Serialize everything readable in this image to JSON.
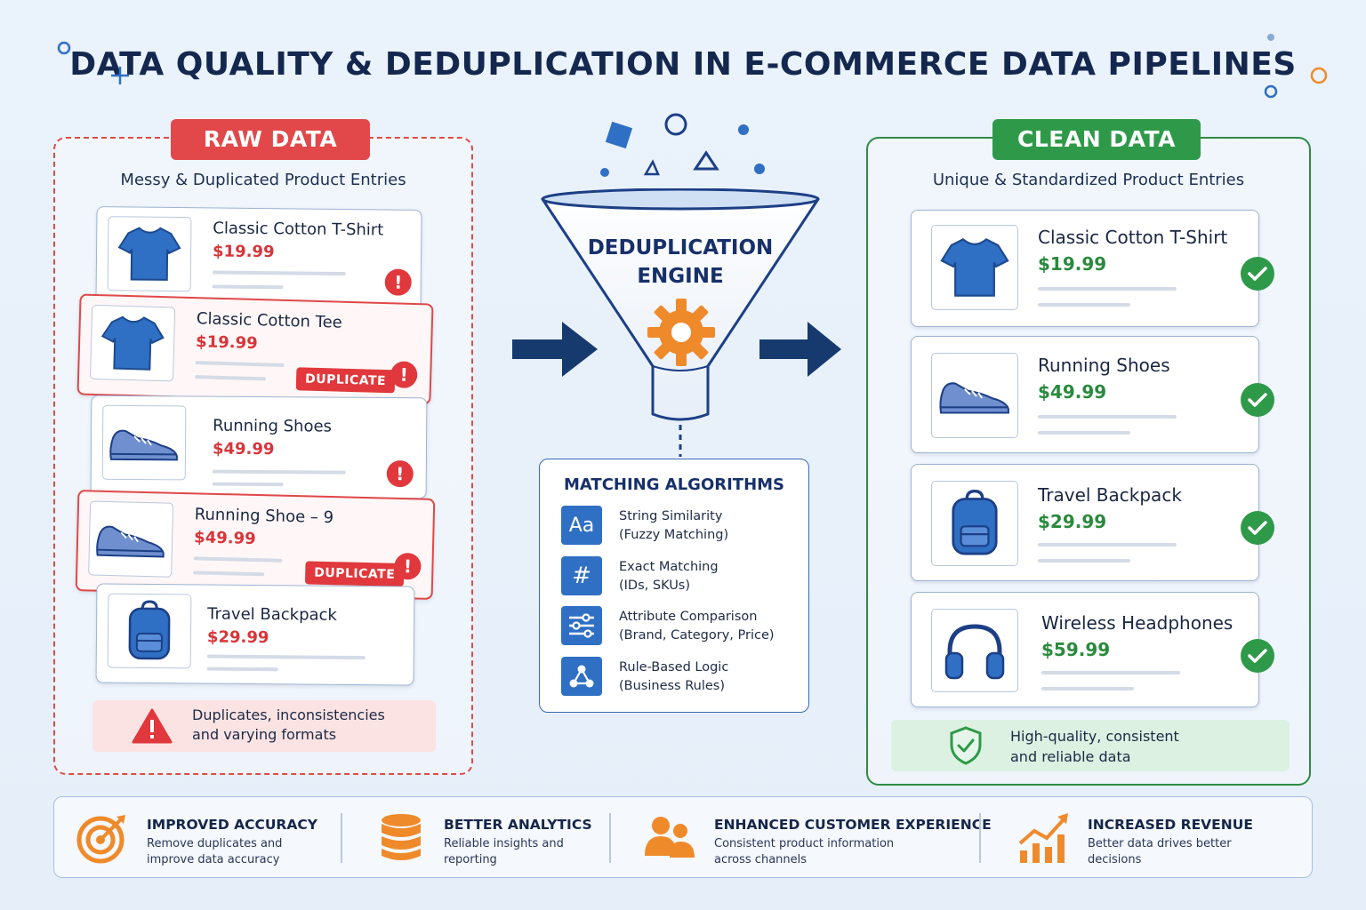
{
  "title": "DATA QUALITY & DEDUPLICATION IN E-COMMERCE DATA PIPELINES",
  "raw": {
    "badge": "RAW DATA",
    "subtitle": "Messy & Duplicated Product Entries",
    "items": [
      {
        "name": "Classic Cotton T-Shirt",
        "price": "$19.99",
        "icon": "tshirt-icon",
        "duplicate": false
      },
      {
        "name": "Classic Cotton Tee",
        "price": "$19.99",
        "icon": "tshirt-icon",
        "duplicate": true,
        "tag": "DUPLICATE"
      },
      {
        "name": "Running Shoes",
        "price": "$49.99",
        "icon": "shoe-icon",
        "duplicate": false
      },
      {
        "name": "Running Shoe – 9",
        "price": "$49.99",
        "icon": "shoe-icon",
        "duplicate": true,
        "tag": "DUPLICATE"
      },
      {
        "name": "Travel Backpack",
        "price": "$29.99",
        "icon": "backpack-icon",
        "duplicate": false
      }
    ],
    "alert_glyph": "!",
    "note_line1": "Duplicates, inconsistencies",
    "note_line2": "and varying formats"
  },
  "engine": {
    "label_line1": "DEDUPLICATION",
    "label_line2": "ENGINE"
  },
  "algorithms": {
    "title": "MATCHING ALGORITHMS",
    "items": [
      {
        "glyph": "Aa",
        "line1": "String Similarity",
        "line2": "(Fuzzy Matching)"
      },
      {
        "glyph": "#",
        "line1": "Exact Matching",
        "line2": "(IDs, SKUs)"
      },
      {
        "glyph": "",
        "line1": "Attribute Comparison",
        "line2": "(Brand, Category, Price)"
      },
      {
        "glyph": "",
        "line1": "Rule-Based Logic",
        "line2": "(Business Rules)"
      }
    ]
  },
  "clean": {
    "badge": "CLEAN DATA",
    "subtitle": "Unique & Standardized Product Entries",
    "items": [
      {
        "name": "Classic Cotton T-Shirt",
        "price": "$19.99",
        "icon": "tshirt-icon"
      },
      {
        "name": "Running Shoes",
        "price": "$49.99",
        "icon": "shoe-icon"
      },
      {
        "name": "Travel Backpack",
        "price": "$29.99",
        "icon": "backpack-icon"
      },
      {
        "name": "Wireless Headphones",
        "price": "$59.99",
        "icon": "headphones-icon"
      }
    ],
    "note_line1": "High-quality, consistent",
    "note_line2": "and reliable data"
  },
  "benefits": [
    {
      "title": "IMPROVED ACCURACY",
      "line1": "Remove duplicates and",
      "line2": "improve data accuracy",
      "icon": "target-icon"
    },
    {
      "title": "BETTER ANALYTICS",
      "line1": "Reliable insights and",
      "line2": "reporting",
      "icon": "database-icon"
    },
    {
      "title": "ENHANCED CUSTOMER EXPERIENCE",
      "line1": "Consistent product information",
      "line2": "across channels",
      "icon": "users-icon"
    },
    {
      "title": "INCREASED REVENUE",
      "line1": "Better data drives better",
      "line2": "decisions",
      "icon": "growth-chart-icon"
    }
  ],
  "colors": {
    "raw_red": "#e2484a",
    "clean_green": "#2e9a49",
    "navy": "#14284f",
    "accent_blue": "#2f6fc4",
    "accent_orange": "#ef8a2b"
  }
}
